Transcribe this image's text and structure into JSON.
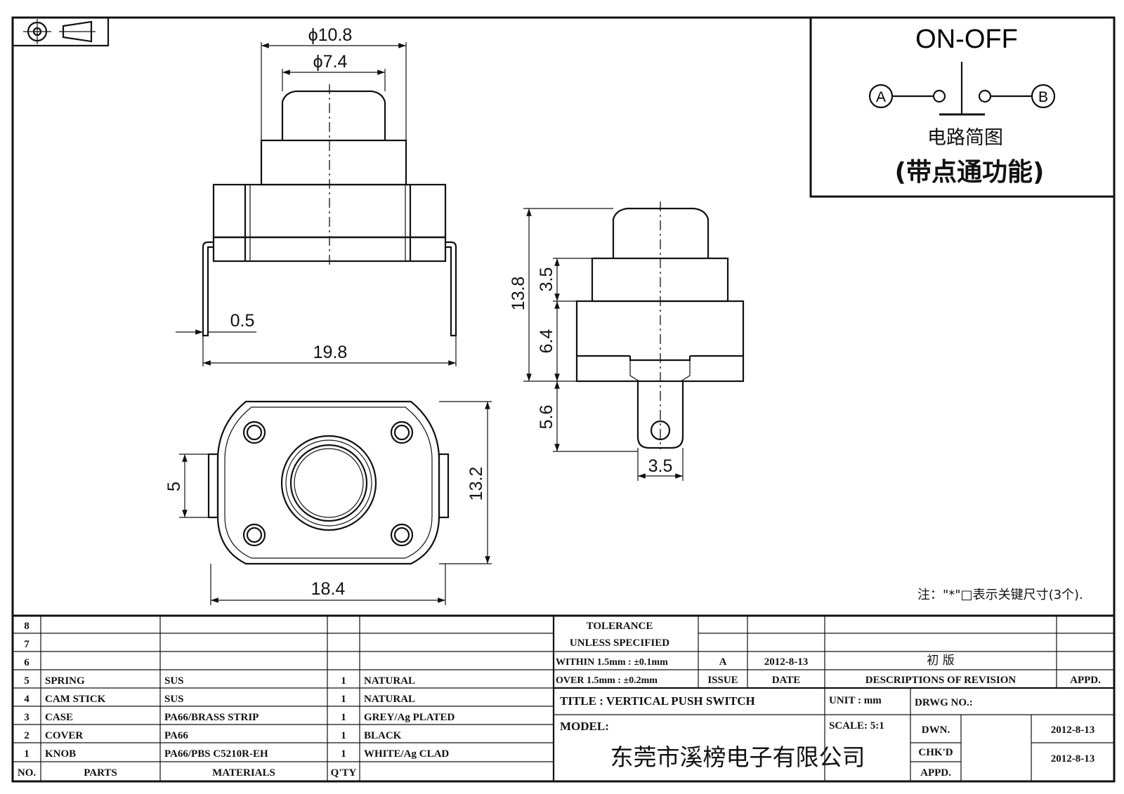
{
  "schematic": {
    "mode": "ON-OFF",
    "terminal_a": "A",
    "terminal_b": "B",
    "caption": "电路简图",
    "note": "(带点通功能)"
  },
  "dimensions": {
    "outer_diameter": "ϕ10.8",
    "inner_diameter": "ϕ7.4",
    "pin_thickness": "0.5",
    "overall_width": "19.8",
    "total_height": "13.8",
    "cap_height": "3.5",
    "body_height": "6.4",
    "pin_length": "5.6",
    "pin_width": "3.5",
    "slot_width": "5",
    "base_depth": "13.2",
    "base_width": "18.4"
  },
  "footnote": "注：\"*\"□表示关键尺寸(3个).",
  "parts_table": {
    "header": {
      "no": "NO.",
      "parts": "PARTS",
      "materials": "MATERIALS",
      "qty": "Q'TY"
    },
    "rows": [
      {
        "no": "8",
        "part": "",
        "material": "",
        "qty": "",
        "finish": ""
      },
      {
        "no": "7",
        "part": "",
        "material": "",
        "qty": "",
        "finish": ""
      },
      {
        "no": "6",
        "part": "",
        "material": "",
        "qty": "",
        "finish": ""
      },
      {
        "no": "5",
        "part": "SPRING",
        "material": "SUS",
        "qty": "1",
        "finish": "NATURAL"
      },
      {
        "no": "4",
        "part": "CAM STICK",
        "material": "SUS",
        "qty": "1",
        "finish": "NATURAL"
      },
      {
        "no": "3",
        "part": "CASE",
        "material": "PA66/BRASS STRIP",
        "qty": "1",
        "finish": "GREY/Ag PLATED"
      },
      {
        "no": "2",
        "part": "COVER",
        "material": "PA66",
        "qty": "1",
        "finish": "BLACK"
      },
      {
        "no": "1",
        "part": "KNOB",
        "material": "PA66/PBS C5210R-EH",
        "qty": "1",
        "finish": "WHITE/Ag CLAD"
      }
    ]
  },
  "tolerance": {
    "line1": "TOLERANCE",
    "line2": "UNLESS   SPECIFIED",
    "within": "WITHIN 1.5mm : ±0.1mm",
    "over": "OVER 1.5mm : ±0.2mm"
  },
  "revision": {
    "issue": "A",
    "date": "2012-8-13",
    "description": "初  版",
    "col_issue": "ISSUE",
    "col_date": "DATE",
    "col_desc": "DESCRIPTIONS OF REVISION",
    "col_appd": "APPD."
  },
  "title_block": {
    "title": "TITLE :   VERTICAL PUSH SWITCH",
    "model": "MODEL:",
    "unit": "UNIT :   mm",
    "scale": "SCALE:   5:1",
    "drwg_no": "DRWG NO.:",
    "dwn_label": "DWN.",
    "dwn_date": "2012-8-13",
    "chkd_label": "CHK'D",
    "chkd_date": "2012-8-13",
    "appd_label": "APPD.",
    "company": "东莞市溪榜电子有限公司"
  }
}
